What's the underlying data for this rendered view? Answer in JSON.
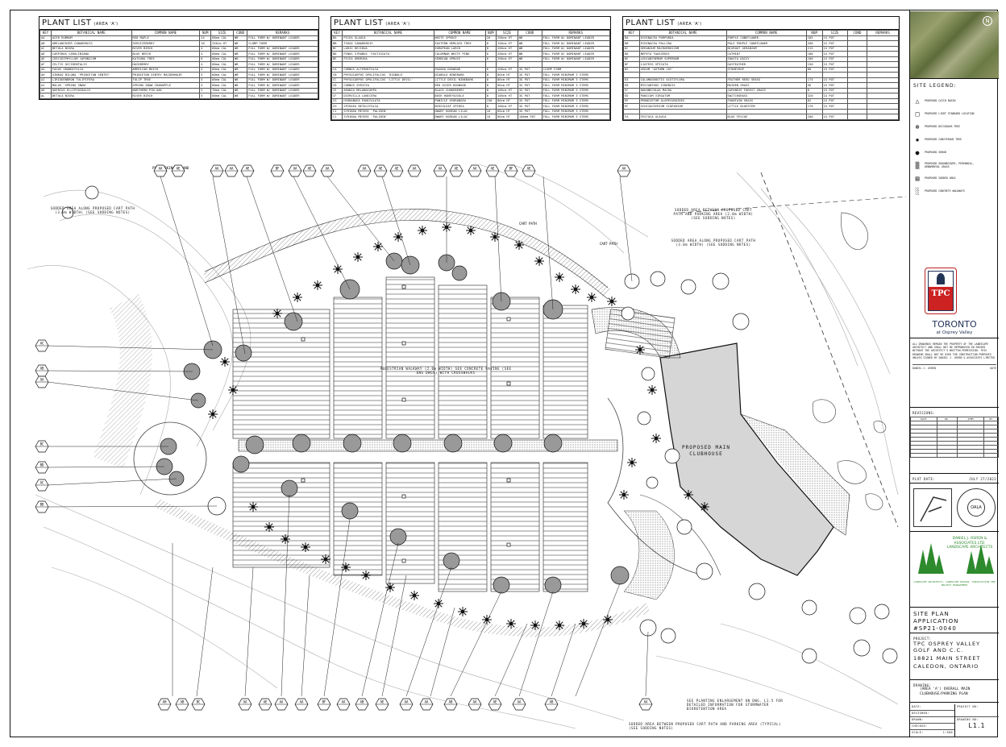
{
  "plant_lists": [
    {
      "title": "PLANT LIST",
      "subtitle": "(AREA 'A')",
      "headers": [
        "KEY",
        "BOTANICAL NAME",
        "COMMON NAME",
        "NUM",
        "SIZE",
        "COND",
        "REMARKS"
      ],
      "rows": [
        [
          "AA",
          "ACER RUBRUM",
          "RED MAPLE",
          "24",
          "60mm CAL",
          "WB",
          "FULL FORM W/ DOMINANT LEADER"
        ],
        [
          "AB",
          "AMELANCHIER CANADENSIS",
          "SERVICEBERRY",
          "16",
          "250cm HT",
          "WB",
          "CLUMP FORM"
        ],
        [
          "AC",
          "BETULA NIGRA",
          "RIVER BIRCH",
          "4",
          "60mm CAL",
          "WB",
          "FULL FORM W/ DOMINANT LEADER"
        ],
        [
          "AD",
          "CARPINUS CAROLINIANA",
          "BLUE BEECH",
          "4",
          "60mm CAL",
          "WB",
          "FULL FORM W/ DOMINANT LEADER"
        ],
        [
          "AE",
          "CERCIDIPHYLLUM JAPONICUM",
          "KATSURA TREE",
          "6",
          "60mm CAL",
          "WB",
          "FULL FORM W/ DOMINANT LEADER"
        ],
        [
          "AF",
          "CELTIS OCCIDENTALIS",
          "HACKBERRY",
          "4",
          "60mm CAL",
          "WB",
          "FULL FORM W/ DOMINANT LEADER"
        ],
        [
          "AG",
          "FAGUS GRANDIFOLIA",
          "AMERICAN BEECH",
          "5",
          "60mm CAL",
          "WB",
          "FULL FORM W/ DOMINANT LEADER"
        ],
        [
          "AH",
          "GINKGO BILOBA 'PRINCETON SENTRY'",
          "PRINCETON SENTRY MAIDENHAIR",
          "5",
          "60mm CAL",
          "WB",
          "FULL FORM W/ DOMINANT LEADER"
        ],
        [
          "AI",
          "LIRIODENDRON TULIPIFERA",
          "TULIP TREE",
          "5",
          "60mm CAL",
          "WB",
          "FULL FORM W/ DOMINANT LEADER"
        ],
        [
          "AJ",
          "MALUS 'SPRING SNOW'",
          "SPRING SNOW CRABAPPLE",
          "5",
          "60mm CAL",
          "WB",
          "FULL FORM W/ DOMINANT LEADER"
        ],
        [
          "AK",
          "QUERCUS ELLIPSOIDALIS",
          "NORTHERN PIN OAK",
          "5",
          "70mm CAL",
          "WB",
          "FULL FORM W/ DOMINANT LEADER"
        ],
        [
          "AL",
          "BETULA NIGRA",
          "RIVER BIRCH",
          "5",
          "60mm CAL",
          "WB",
          "FULL FORM W/ DOMINANT LEADER"
        ]
      ]
    },
    {
      "title": "PLANT LIST",
      "subtitle": "(AREA 'A')",
      "headers": [
        "KEY",
        "BOTANICAL NAME",
        "COMMON NAME",
        "NUM",
        "SIZE",
        "COND",
        "REMARKS"
      ],
      "rows": [
        [
          "BA",
          "PICEA GLAUCA",
          "WHITE SPRUCE",
          "20",
          "200cm HT",
          "WB",
          "FULL FORM W/ DOMINANT LEADER"
        ],
        [
          "BB",
          "TSUGA CANADENSIS",
          "EASTERN HEMLOCK TREE",
          "8",
          "150cm HT",
          "WB",
          "FULL FORM W/ DOMINANT LEADER"
        ],
        [
          "BC",
          "LARIX DECIDUA",
          "EUROPEAN LARCH",
          "8",
          "200cm HT",
          "WB",
          "FULL FORM W/ DOMINANT LEADER"
        ],
        [
          "BD",
          "PINUS STROBUS 'FASTIGIATA'",
          "COLUMNAR WHITE PINE",
          "6",
          "200cm HT",
          "WB",
          "FULL FORM W/ DOMINANT LEADER"
        ],
        [
          "BE",
          "PICEA OMORIKA",
          "SERBIAN SPRUCE",
          "6",
          "200cm HT",
          "WB",
          "FULL FORM W/ DOMINANT LEADER"
        ],
        [
          "",
          "",
          "",
          "",
          "",
          "",
          ""
        ],
        [
          "CA",
          "CORNUS ALTERNIFOLIA",
          "PAGODA DOGWOOD",
          "6",
          "200cm HT",
          "3G POT",
          "CLUMP FORM"
        ],
        [
          "CB",
          "PHYSOCARPUS OPULIFOLIUS 'DIABOLO'",
          "DIABOLO NINEBARK",
          "8",
          "80cm HT",
          "3G POT",
          "FULL FORM MINIMUM 3 STEMS"
        ],
        [
          "CC",
          "PHYSOCARPUS OPULIFOLIUS 'LITTLE DEVIL'",
          "LITTLE DEVIL NINEBARK",
          "8",
          "80cm HT",
          "3G POT",
          "FULL FORM MINIMUM 3 STEMS"
        ],
        [
          "CD",
          "CORNUS SERICEA",
          "RED OSIER DOGWOOD",
          "8",
          "80cm HT",
          "3G POT",
          "FULL FORM MINIMUM 3 STEMS"
        ],
        [
          "CE",
          "ARONIA MELANOCARPA",
          "BLACK CHOKEBERRY",
          "8",
          "100cm HT",
          "3G POT",
          "FULL FORM MINIMUM 3 STEMS"
        ],
        [
          "CF",
          "DIERVILLA LONICERA",
          "BUSH HONEYSUCKLE",
          "8",
          "100cm HT",
          "3G POT",
          "FULL FORM MINIMUM 3 STEMS"
        ],
        [
          "CG",
          "HYDRANGEA PANICULATA",
          "PANICLE HYDRANGEA",
          "150",
          "80cm HT",
          "3G POT",
          "FULL FORM MINIMUM 3 STEMS"
        ],
        [
          "CH",
          "SPIRAEA BETULIFOLIA",
          "BIRCHLEAF SPIREA",
          "8",
          "100cm HT",
          "3G POT",
          "FULL FORM MINIMUM 3 STEMS"
        ],
        [
          "CI",
          "SYRINGA MEYERI 'PALIBIN'",
          "DWARF KOREAN LILAC",
          "10",
          "60cm HT",
          "3G POT",
          "FULL FORM MINIMUM 3 STEMS"
        ],
        [
          "CJ",
          "SYRINGA MEYERI 'PALIBIN'",
          "DWARF KOREAN LILAC",
          "10",
          "80cm HT",
          "100mm POT",
          "FULL FORM MINIMUM 3 STEMS"
        ]
      ]
    },
    {
      "title": "PLANT LIST",
      "subtitle": "(AREA 'A')",
      "headers": [
        "KEY",
        "BOTANICAL NAME",
        "COMMON NAME",
        "NUM",
        "SIZE",
        "COND",
        "REMARKS"
      ],
      "rows": [
        [
          "DA",
          "ECHINACEA PURPUREA",
          "PURPLE CONEFLOWER",
          "185",
          "1G POT",
          "",
          ""
        ],
        [
          "DB",
          "ECHINACEA PALLIDA",
          "PALE PURPLE CONEFLOWER",
          "200",
          "1G POT",
          "",
          ""
        ],
        [
          "DC",
          "GERANIUM MACRORRHIZUM",
          "BIGROOT GERANIUM",
          "215",
          "1G POT",
          "",
          ""
        ],
        [
          "DD",
          "NEPETA FAASSENII",
          "CATMINT",
          "180",
          "1G POT",
          "",
          ""
        ],
        [
          "DE",
          "LEUCANTHEMUM SUPERBUM",
          "SHASTA DAISY",
          "100",
          "1G POT",
          "",
          ""
        ],
        [
          "DF",
          "LIATRIS SPICATA",
          "GAYFEATHER",
          "150",
          "1G POT",
          "",
          ""
        ],
        [
          "DG",
          "SEDUM 'AUTUMN JOY'",
          "STONECROP",
          "80",
          "1G POT",
          "",
          ""
        ],
        [
          "",
          "",
          "",
          "",
          "",
          "",
          ""
        ],
        [
          "EA",
          "CALAMAGROSTIS ACUTIFLORA",
          "FEATHER REED GRASS",
          "175",
          "1G POT",
          "",
          ""
        ],
        [
          "EB",
          "MISCANTHUS SINENSIS",
          "MAIDEN GRASS",
          "56",
          "1G POT",
          "",
          ""
        ],
        [
          "EC",
          "HAKONECHLOA MACRA",
          "JAPANESE FOREST GRASS",
          "8",
          "1G POT",
          "",
          ""
        ],
        [
          "ED",
          "PANICUM VIRGATUM",
          "SWITCHGRASS",
          "320",
          "1G POT",
          "",
          ""
        ],
        [
          "EE",
          "PENNISETUM ALOPECUROIDES",
          "FOUNTAIN GRASS",
          "82",
          "1G POT",
          "",
          ""
        ],
        [
          "EF",
          "SCHIZACHYRIUM SCOPARIUM",
          "LITTLE BLUESTEM",
          "176",
          "1G POT",
          "",
          ""
        ],
        [
          "",
          "",
          "",
          "",
          "",
          "",
          ""
        ],
        [
          "FA",
          "FESTUCA GLAUCA",
          "BLUE FESCUE",
          "200",
          "1G POT",
          "",
          ""
        ]
      ]
    }
  ],
  "plan_labels": {
    "parking_island": "PER PARKING ISLAND",
    "sodded_left": "SODDED AREA ALONG PROPOSED CART PATH (3.0m WIDTH) (SEE SODDING NOTES)",
    "sodded_right_1": "SODDED AREA BETWEEN PROPOSED CART PATH AND PARKING AREA (2.0m WIDTH) (SEE SODDING NOTES)",
    "sodded_right_2": "SODDED AREA ALONG PROPOSED CART PATH (3.0m WIDTH) (SEE SODDING NOTES)",
    "walkway": "PEDESTRIAN WALKWAY (2.0m WIDTH) SEE CONCRETE PAVING (SEE ENG DWGS) WITH CROSSWALKS",
    "clubhouse": "PROPOSED MAIN CLUBHOUSE",
    "enlargement": "SEE PLANTING ENLARGEMENT ON DWG. L1.5 FOR DETAILED INFORMATION FOR STORMWATER BIORETENTION AREA",
    "sodded_bottom": "SODDED AREA BETWEEN PROPOSED CART PATH AND PARKING AREA (TYPICAL)(SEE SODDING NOTES)",
    "cart_path_1": "CART PATH",
    "cart_path_2": "CART PATH"
  },
  "callouts_top": [
    "AA",
    "AE",
    "AA",
    "AA",
    "AE",
    "BF",
    "AA",
    "AE",
    "AA",
    "AA",
    "AE",
    "AE",
    "AA",
    "AA",
    "AE",
    "AA",
    "AE",
    "BF",
    "AE",
    "AA"
  ],
  "callouts_bottom": [
    "AH",
    "AB",
    "BC",
    "AA",
    "AE",
    "AA",
    "AA",
    "BF",
    "AA",
    "AB",
    "AE",
    "AA",
    "AA",
    "AB",
    "AA",
    "AE",
    "AA",
    "AB",
    "AA"
  ],
  "callouts_left": [
    "AC",
    "AB",
    "AA",
    "BC",
    "BD",
    "AC",
    "BD"
  ],
  "title_block": {
    "site_legend": "SITE LEGEND:",
    "legend_items": [
      {
        "icon": "triangle-icon",
        "text": "PROPOSED CATCH BASIN"
      },
      {
        "icon": "square-icon",
        "text": "PROPOSED LIGHT STANDARD LOCATION"
      },
      {
        "icon": "deciduous-tree-icon",
        "text": "PROPOSED DECIDUOUS TREE"
      },
      {
        "icon": "coniferous-tree-icon",
        "text": "PROPOSED CONIFEROUS TREE"
      },
      {
        "icon": "shrub-icon",
        "text": "PROPOSED SHRUB"
      },
      {
        "icon": "groundcover-icon",
        "text": "PROPOSED GROUNDCOVER, PERENNIAL, ORNAMENTAL GRASS"
      },
      {
        "icon": "sod-icon",
        "text": "PROPOSED SODDED AREA"
      },
      {
        "icon": "walkway-icon",
        "text": "PROPOSED CONCRETE WALKWAYS"
      }
    ],
    "logo_brand": "TPC",
    "logo_city": "TORONTO",
    "logo_sub": "at Osprey Valley",
    "note_text": "ALL DRAWINGS REMAIN THE PROPERTY OF THE LANDSCAPE ARCHITECT AND SHALL NOT BE REPRODUCED OR REUSED WITHOUT THE ARCHITECT'S WRITTEN PERMISSION. THIS DRAWING SHALL NOT BE USED FOR CONSTRUCTION PURPOSES UNLESS SIGNED BY DANIEL J. OSREN & ASSOCIATES LIMITED.",
    "signer": "DANIEL J. OSREN",
    "date_label": "DATE",
    "revisions_label": "REVISIONS:",
    "rev_headers": [
      "DATE",
      "NO.",
      "ITEM",
      "BY"
    ],
    "plot_date_label": "PLOT DATE:",
    "plot_date": "JULY 27/2021",
    "oala": "OALA",
    "firm_name": "DANIEL J. OSREN & ASSOCIATES LTD. LANDSCAPE ARCHITECTS",
    "firm_tagline": "LANDSCAPE ARCHITECTS, LANDSCAPE DESIGN, CONSULTATION AND PROJECT MANAGEMENT",
    "application_title": "SITE PLAN APPLICATION",
    "application_no": "#SP21-0040",
    "project_label": "PROJECT:",
    "project_name": "TPC OSPREY VALLEY GOLF AND C.C.",
    "project_address": "18821 MAIN STREET",
    "project_city": "CALEDON, ONTARIO",
    "drawing_label": "DRAWING:",
    "drawing_title": "(AREA 'A') OVERALL MAIN CLUBHOUSE/PARKING PLAN",
    "date_field": "DATE:",
    "designed_field": "DESIGNED:",
    "drawn_field": "DRAWN:",
    "checked_field": "CHECKED:",
    "scale_field": "SCALE:",
    "scale_value": "1:500",
    "project_no_field": "PROJECT NO:",
    "drawing_no_field": "DRAWING NO:",
    "drawing_no": "L1.1"
  }
}
